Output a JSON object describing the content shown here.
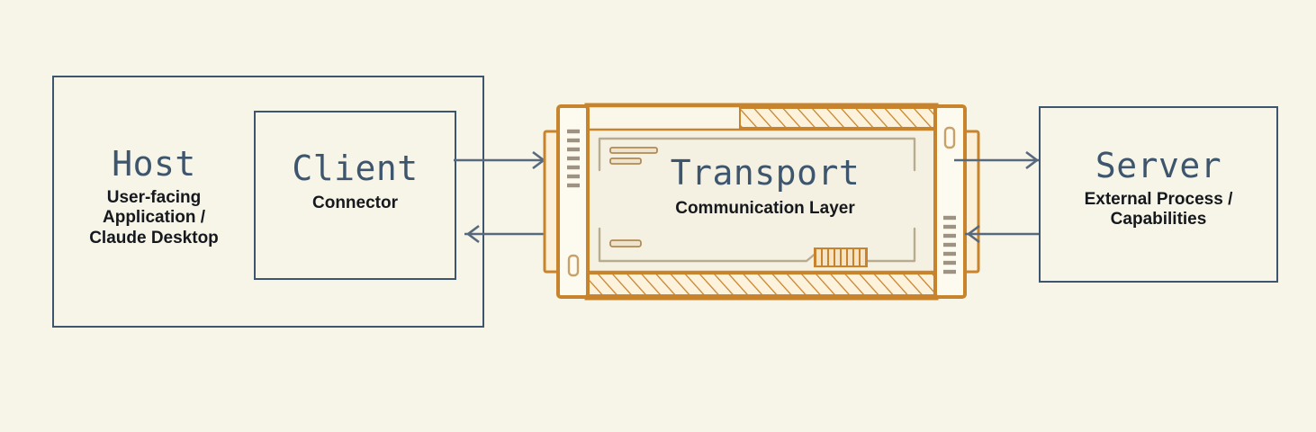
{
  "diagram": {
    "background_color": "#f7f4e8",
    "ink_color": "#3d566e",
    "accent_color": "#c8842c"
  },
  "nodes": {
    "host": {
      "title": "Host",
      "subtitle": "User-facing\nApplication /\nClaude Desktop",
      "subtitle_lines": [
        "User-facing",
        "Application /",
        "Claude Desktop"
      ]
    },
    "client": {
      "title": "Client",
      "subtitle": "Connector",
      "subtitle_lines": [
        "Connector"
      ]
    },
    "transport": {
      "title": "Transport",
      "subtitle": "Communication Layer",
      "subtitle_lines": [
        "Communication Layer"
      ]
    },
    "server": {
      "title": "Server",
      "subtitle": "External Process /\nCapabilities",
      "subtitle_lines": [
        "External Process /",
        "Capabilities"
      ]
    }
  },
  "connections": {
    "client_to_transport": "request-arrow-right",
    "transport_to_client": "response-arrow-left",
    "transport_to_server": "request-arrow-right",
    "server_to_transport": "response-arrow-left"
  }
}
